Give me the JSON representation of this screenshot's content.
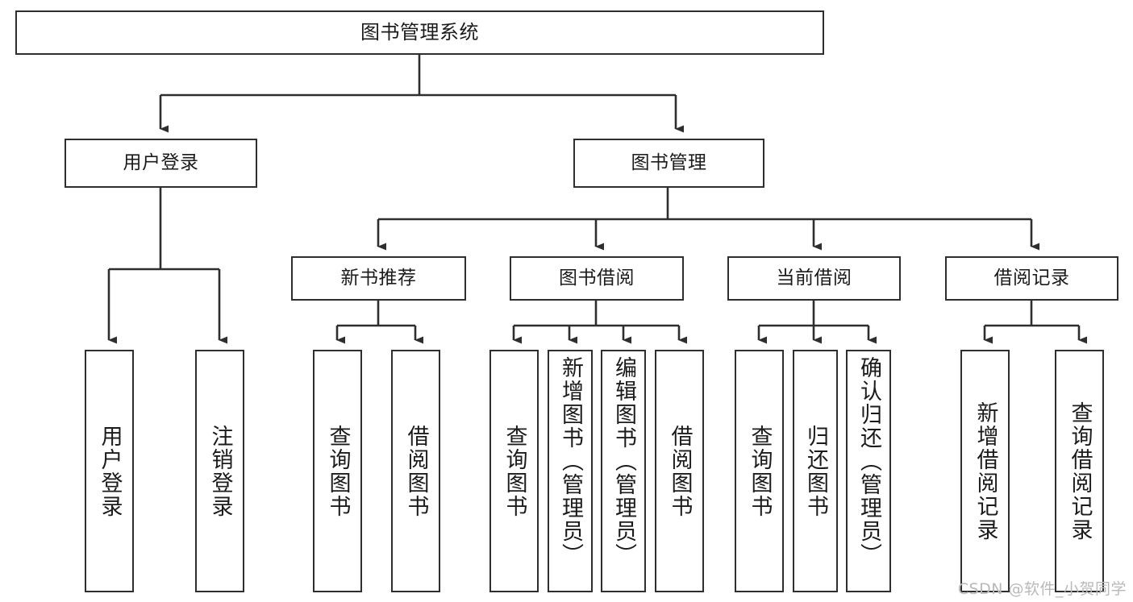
{
  "diagram": {
    "kind": "tree-hierarchy-chart",
    "title": "图书管理系统",
    "colors": {
      "box_border": "#2e2e2e",
      "box_fill": "#ffffff",
      "edge": "#2e2e2e",
      "text": "#1b1b1b",
      "watermark": "#b9b9b9",
      "background": "#ffffff"
    }
  },
  "watermark": {
    "text": "CSDN @软件_小贺同学"
  },
  "nodes": {
    "root": {
      "label": "图书管理系统"
    },
    "level2": [
      {
        "id": "user-login",
        "label": "用户登录"
      },
      {
        "id": "book-manage",
        "label": "图书管理"
      }
    ],
    "level3": [
      {
        "id": "new-book-recommend",
        "label": "新书推荐"
      },
      {
        "id": "book-borrow",
        "label": "图书借阅"
      },
      {
        "id": "current-borrow",
        "label": "当前借阅"
      },
      {
        "id": "borrow-record",
        "label": "借阅记录"
      }
    ],
    "leaves": {
      "user_login": [
        {
          "id": "leaf-user-login",
          "label": "用户登录"
        },
        {
          "id": "leaf-logout",
          "label": "注销登录"
        }
      ],
      "new_book_recommend": [
        {
          "id": "leaf-query-book-1",
          "label": "查询图书"
        },
        {
          "id": "leaf-borrow-book-1",
          "label": "借阅图书"
        }
      ],
      "book_borrow": [
        {
          "id": "leaf-query-book-2",
          "label": "查询图书"
        },
        {
          "id": "leaf-add-book",
          "label": "新增图书（管理员）"
        },
        {
          "id": "leaf-edit-book",
          "label": "编辑图书（管理员）"
        },
        {
          "id": "leaf-borrow-book-2",
          "label": "借阅图书"
        }
      ],
      "current_borrow": [
        {
          "id": "leaf-query-book-3",
          "label": "查询图书"
        },
        {
          "id": "leaf-return-book",
          "label": "归还图书"
        },
        {
          "id": "leaf-confirm-return",
          "label": "确认归还（管理员）"
        }
      ],
      "borrow_record": [
        {
          "id": "leaf-add-record",
          "label": "新增借阅记录"
        },
        {
          "id": "leaf-query-record",
          "label": "查询借阅记录"
        }
      ]
    }
  }
}
